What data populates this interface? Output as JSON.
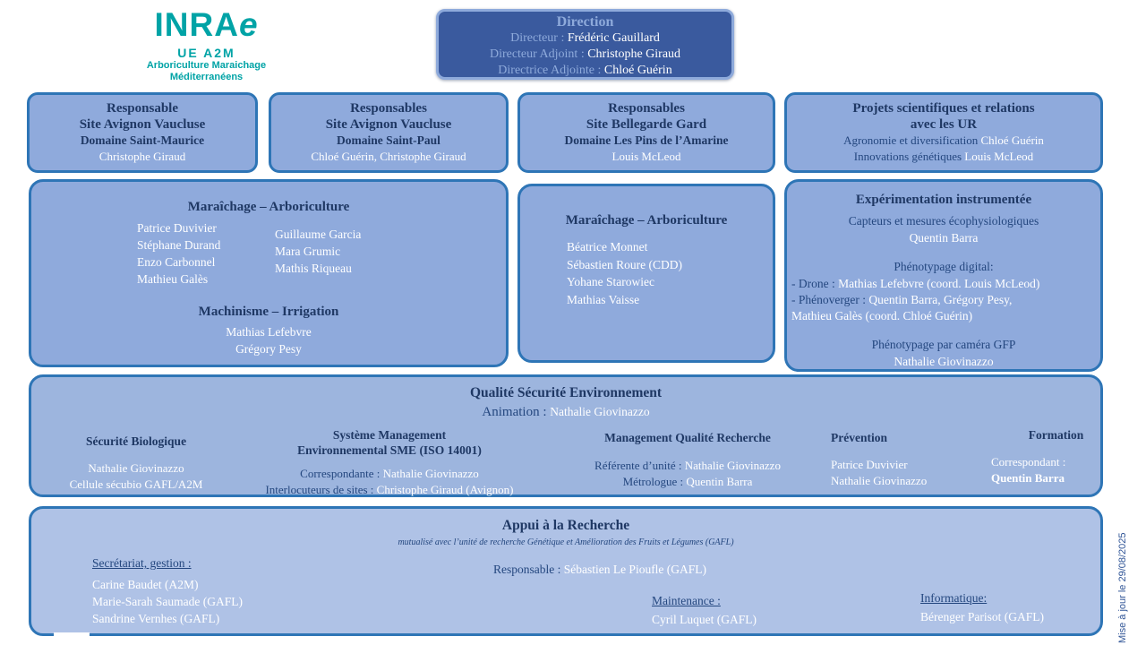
{
  "colors": {
    "brand_teal": "#00A3A6",
    "box_fill": "#8FAADC",
    "qse_fill": "#9DB5DE",
    "appui_fill": "#AFC2E6",
    "box_border": "#2E75B6",
    "direction_fill": "#3A5A9E",
    "direction_border": "#8EAADB",
    "title_dark": "#1F3864",
    "label_dark": "#24477F",
    "name_white": "#FFFFFF",
    "note_blue": "#2F5496"
  },
  "logo": {
    "brand": "INRA",
    "brand_e": "e",
    "unit": "UE  A2M",
    "sub1": "Arboriculture Maraichage",
    "sub2": "Méditerranéens"
  },
  "direction": {
    "title": "Direction",
    "rows": [
      {
        "label": "Directeur : ",
        "name": "Frédéric Gauillard"
      },
      {
        "label": "Directeur Adjoint : ",
        "name": "Christophe Giraud"
      },
      {
        "label": "Directrice Adjointe : ",
        "name": "Chloé Guérin"
      }
    ]
  },
  "responsables": [
    {
      "line1": "Responsable",
      "line2": "Site Avignon Vaucluse",
      "domain": "Domaine Saint-Maurice",
      "names": "Christophe Giraud"
    },
    {
      "line1": "Responsables",
      "line2": "Site Avignon Vaucluse",
      "domain": "Domaine Saint-Paul",
      "names": "Chloé Guérin, Christophe Giraud"
    },
    {
      "line1": "Responsables",
      "line2": "Site Bellegarde Gard",
      "domain": "Domaine Les Pins de l’Amarine",
      "names": "Louis McLeod"
    }
  ],
  "projets": {
    "title1": "Projets scientifiques et relations",
    "title2": "avec les UR",
    "rows": [
      {
        "label": "Agronomie et diversification ",
        "name": "Chloé Guérin"
      },
      {
        "label": "Innovations génétiques ",
        "name": "Louis McLeod"
      }
    ]
  },
  "m1": {
    "title": "Maraîchage – Arboriculture",
    "col1": [
      "Patrice Duvivier",
      "Stéphane Durand",
      "Enzo Carbonnel",
      "Mathieu Galès"
    ],
    "col2": [
      "Guillaume Garcia",
      "Mara Grumic",
      "Mathis Riqueau"
    ],
    "mach_title": "Machinisme – Irrigation",
    "mach": [
      "Mathias Lefebvre",
      "Grégory Pesy"
    ]
  },
  "m2": {
    "title": "Maraîchage – Arboriculture",
    "names": [
      "Béatrice Monnet",
      "Sébastien Roure (CDD)",
      "Yohane Starowiec",
      "Mathias Vaisse"
    ]
  },
  "exp": {
    "title": "Expérimentation instrumentée",
    "sub": "Capteurs et mesures écophysiologiques",
    "name": "Quentin Barra",
    "pheno": "Phénotypage digital:",
    "drone_label": "- Drone : ",
    "drone_name": "Mathias Lefebvre (coord. Louis McLeod)",
    "pv_label": "- Phénoverger : ",
    "pv_name": "Quentin Barra, Grégory Pesy,",
    "pv_name2": "Mathieu Galès (coord. Chloé Guérin)",
    "gfp": "Phénotypage par caméra GFP",
    "gfp_name": "Nathalie Giovinazzo"
  },
  "qse": {
    "title": "Qualité Sécurité Environnement",
    "anim_label": "Animation : ",
    "anim_name": "Nathalie Giovinazzo",
    "bio": {
      "title": "Sécurité Biologique",
      "l1": "Nathalie Giovinazzo",
      "l2": "Cellule sécubio GAFL/A2M"
    },
    "sme": {
      "t1": "Système Management",
      "t2": "Environnemental SME (ISO 14001)",
      "rows": [
        {
          "label": "Correspondante : ",
          "name": "Nathalie Giovinazzo"
        },
        {
          "label": "Interlocuteurs de sites : ",
          "name": "Christophe Giraud (Avignon)"
        }
      ]
    },
    "mqr": {
      "title": "Management Qualité Recherche",
      "rows": [
        {
          "label": "Référente d’unité : ",
          "name": "Nathalie Giovinazzo"
        },
        {
          "label": "Métrologue : ",
          "name": "Quentin Barra"
        }
      ]
    },
    "prev": {
      "title": "Prévention",
      "names": [
        "Patrice Duvivier",
        "Nathalie Giovinazzo"
      ]
    },
    "form": {
      "title": "Formation",
      "label": "Correspondant :",
      "name": "Quentin Barra"
    }
  },
  "appui": {
    "title": "Appui à la Recherche",
    "subtitle": "mutualisé avec l’unité de recherche Génétique et Amélioration des Fruits et Légumes (GAFL)",
    "sec_title": "Secrétariat, gestion :",
    "sec_names": [
      "Carine Baudet (A2M)",
      "Marie-Sarah Saumade (GAFL)",
      "Sandrine Vernhes (GAFL)"
    ],
    "resp_label": "Responsable : ",
    "resp_name": "Sébastien Le Pioufle (GAFL)",
    "maint_title": "Maintenance :",
    "maint_name": "Cyril Luquet (GAFL)",
    "info_title": "Informatique:",
    "info_name": "Bérenger Parisot (GAFL)"
  },
  "note": "Mise à jour le 29/08/2025"
}
